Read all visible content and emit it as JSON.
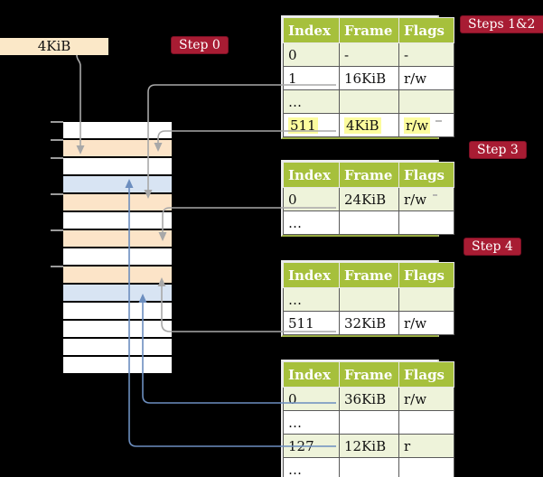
{
  "free_frame_label": "4KiB",
  "badges": {
    "step0": "Step 0",
    "steps12": "Steps 1&2",
    "step3": "Step 3",
    "step4": "Step 4"
  },
  "memory": {
    "frames": [
      "free",
      "table",
      "free",
      "page",
      "table",
      "free",
      "table",
      "free",
      "table",
      "page",
      "free",
      "free",
      "free",
      "free"
    ],
    "legend": {
      "free": "#ffffff",
      "table": "#fce4c8",
      "page": "#d8e4f3"
    }
  },
  "tables": [
    {
      "name": "level-4-table",
      "columns": [
        "Index",
        "Frame",
        "Flags"
      ],
      "rows": [
        {
          "cells": [
            "0",
            "-",
            "-"
          ]
        },
        {
          "cells": [
            "1",
            "16KiB",
            "r/w"
          ]
        },
        {
          "cells": [
            "…",
            "",
            ""
          ]
        },
        {
          "cells": [
            "511",
            "4KiB",
            "r/w"
          ],
          "highlight": true
        }
      ]
    },
    {
      "name": "level-3-table",
      "columns": [
        "Index",
        "Frame",
        "Flags"
      ],
      "rows": [
        {
          "cells": [
            "0",
            "24KiB",
            "r/w"
          ]
        },
        {
          "cells": [
            "…",
            "",
            ""
          ]
        }
      ]
    },
    {
      "name": "level-2-table",
      "columns": [
        "Index",
        "Frame",
        "Flags"
      ],
      "rows": [
        {
          "cells": [
            "…",
            "",
            ""
          ]
        },
        {
          "cells": [
            "511",
            "32KiB",
            "r/w"
          ]
        }
      ]
    },
    {
      "name": "level-1-table",
      "columns": [
        "Index",
        "Frame",
        "Flags"
      ],
      "rows": [
        {
          "cells": [
            "0",
            "36KiB",
            "r/w"
          ]
        },
        {
          "cells": [
            "…",
            "",
            ""
          ]
        },
        {
          "cells": [
            "127",
            "12KiB",
            "r"
          ]
        },
        {
          "cells": [
            "…",
            "",
            ""
          ]
        }
      ]
    }
  ],
  "colors": {
    "background": "#000000",
    "badge_red": "#a81c33",
    "header_green": "#a6c03c",
    "row_light_green": "#eef3da",
    "highlight_yellow": "#fcfc9e",
    "frame_wheat": "#fce4c8",
    "frame_blue": "#d8e4f3",
    "arrow_gray": "#a8a8a8",
    "arrow_blue": "#6c8ebf"
  }
}
